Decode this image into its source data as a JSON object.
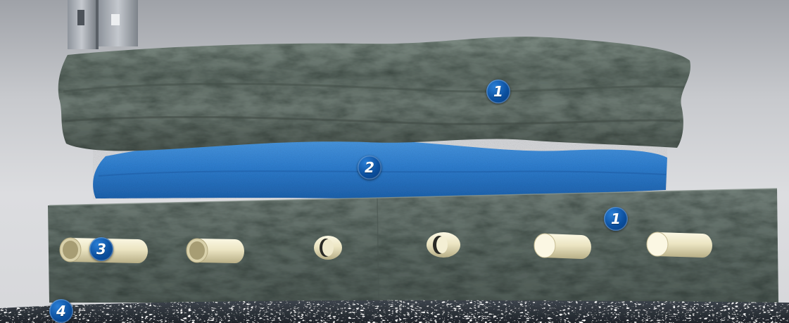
{
  "markers": {
    "top_slab": "1",
    "membrane": "2",
    "wall": "1",
    "pipe": "3",
    "ground": "4"
  },
  "colors": {
    "marker_blue": "#0b4f9e",
    "concrete": "#5d6b65",
    "membrane_blue": "#2f7fd0",
    "pipe_cream": "#e8e2c2",
    "gravel_dark": "#2c3239"
  },
  "icons": [
    "steel-bracket-icon"
  ]
}
